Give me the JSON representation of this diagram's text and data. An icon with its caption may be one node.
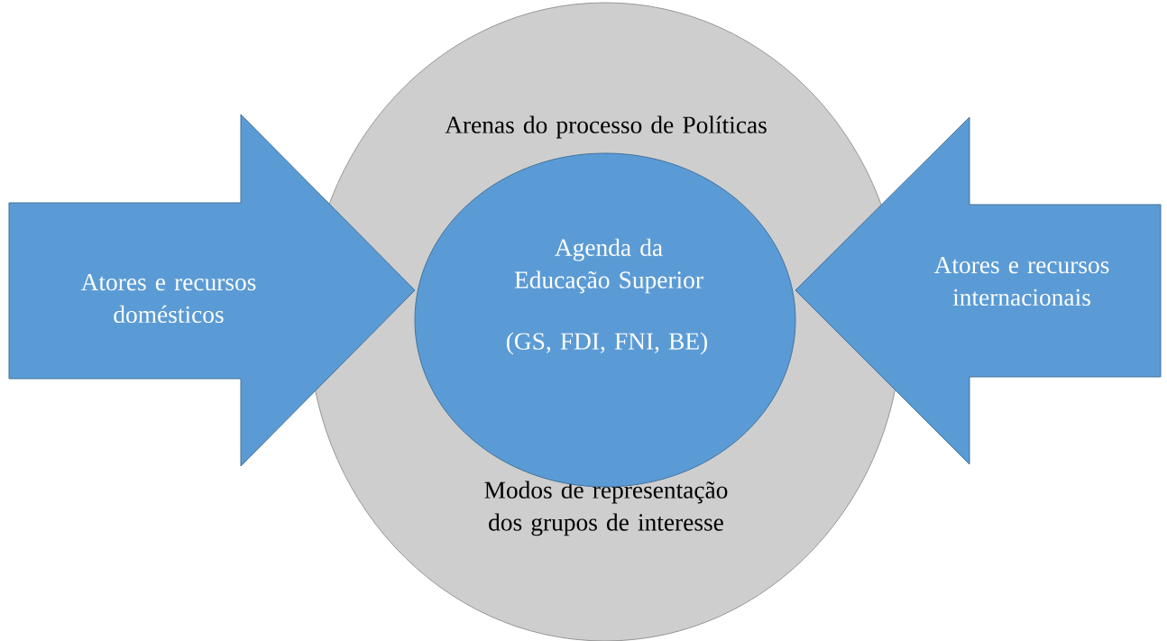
{
  "diagram": {
    "nodes": [
      {
        "text": [
          "Arenas do processo de Políticas",
          "Modos de representação dos grupos de interesse"
        ]
      },
      {
        "text": [
          "Agenda da Educação Superior",
          "(GS, FDI, FNI, BE)"
        ],
        "in": 0
      },
      {
        "text": [
          "Atores e recursos domésticos"
        ]
      },
      {
        "text": [
          "Atores e recursos internacionais"
        ]
      }
    ]
  }
}
